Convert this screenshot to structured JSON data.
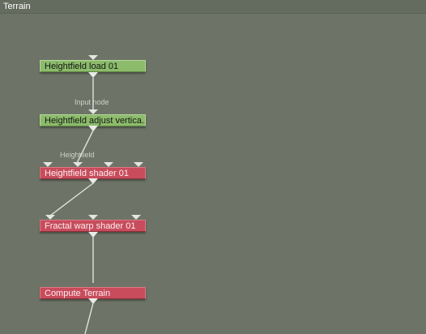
{
  "window": {
    "title": "Terrain"
  },
  "nodes": [
    {
      "id": "heightfield-load-01",
      "label": "Heightfield load 01",
      "type": "heightfield"
    },
    {
      "id": "heightfield-adjust-vertical",
      "label": "Heightfield adjust vertica...",
      "type": "heightfield"
    },
    {
      "id": "heightfield-shader-01",
      "label": "Heightfield shader 01",
      "type": "shader"
    },
    {
      "id": "fractal-warp-shader-01",
      "label": "Fractal warp shader 01",
      "type": "shader"
    },
    {
      "id": "compute-terrain",
      "label": "Compute Terrain",
      "type": "shader"
    }
  ],
  "connections": [
    {
      "from": "heightfield-load-01",
      "to": "heightfield-adjust-vertical",
      "port_label": "Input node"
    },
    {
      "from": "heightfield-adjust-vertical",
      "to": "heightfield-shader-01",
      "port_label": "Heightfield"
    },
    {
      "from": "heightfield-shader-01",
      "to": "fractal-warp-shader-01",
      "port_label": ""
    },
    {
      "from": "fractal-warp-shader-01",
      "to": "compute-terrain",
      "port_label": ""
    }
  ],
  "colors": {
    "background": "#6d7467",
    "heightfield_node": "#8dbb6c",
    "shader_node": "#c84c5c",
    "wire": "#dfe2dc"
  }
}
